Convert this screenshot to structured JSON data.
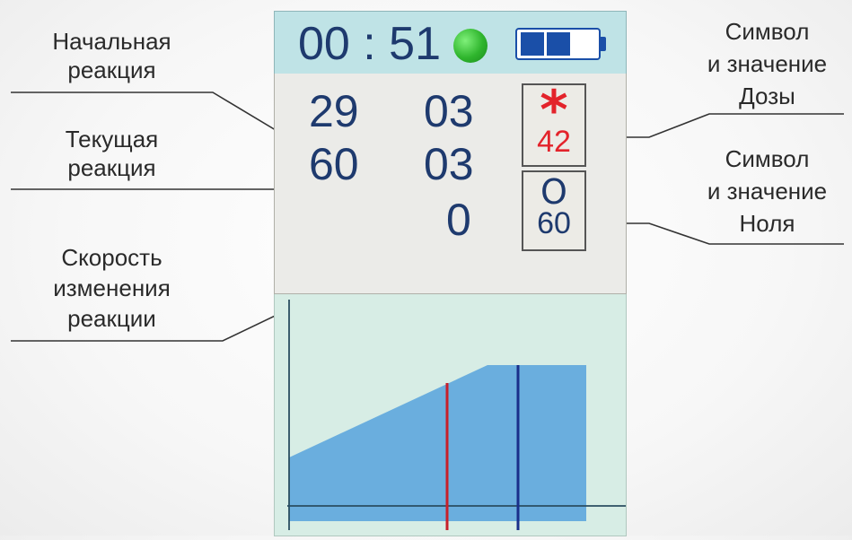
{
  "display": {
    "clock": "00 : 51",
    "status_led_color": "#2fb52d",
    "battery": {
      "filled_cells": 2,
      "total_cells": 3
    },
    "readings": {
      "initial_reaction": [
        "29",
        "03"
      ],
      "current_reaction": [
        "60",
        "03"
      ],
      "reaction_rate": "0"
    },
    "dose": {
      "symbol": "*",
      "value": "42",
      "color": "#e3232b"
    },
    "zero": {
      "symbol": "O",
      "value": "60",
      "color": "#1e3a6e"
    },
    "graph": {
      "fill_color": "#6aaede",
      "red_marker_color": "#c8202a",
      "blue_marker_color": "#1a2f8a"
    }
  },
  "labels": {
    "initial_reaction": [
      "Начальная",
      "реакция"
    ],
    "current_reaction": [
      "Текущая",
      "реакция"
    ],
    "reaction_rate": [
      "Скорость",
      "изменения",
      "реакции"
    ],
    "dose": [
      "Символ",
      "и значение",
      "Дозы"
    ],
    "zero": [
      "Символ",
      "и значение",
      "Ноля"
    ]
  }
}
